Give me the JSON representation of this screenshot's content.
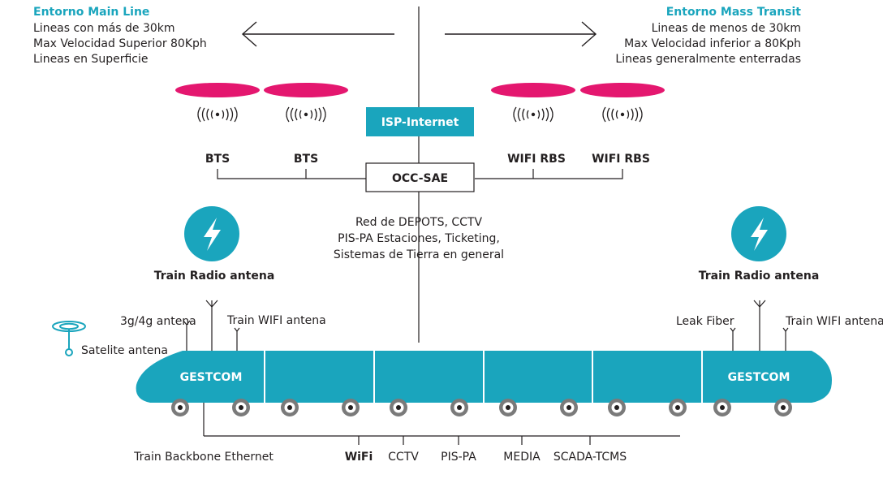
{
  "left_env": {
    "title": "Entorno Main Line",
    "lines": [
      "Lineas con más de 30km",
      "Max Velocidad Superior 80Kph",
      "Lineas en Superficie"
    ]
  },
  "right_env": {
    "title": "Entorno Mass Transit",
    "lines": [
      "Lineas de menos de 30km",
      "Max Velocidad inferior a 80Kph",
      "Lineas generalmente enterradas"
    ]
  },
  "isp_label": "ISP-Internet",
  "occ_label": "OCC-SAE",
  "bts_labels": [
    "BTS",
    "BTS"
  ],
  "wifi_rbs_labels": [
    "WIFI RBS",
    "WIFI RBS"
  ],
  "center_text": [
    "Red de DEPOTS, CCTV",
    "PIS-PA Estaciones, Ticketing,",
    "Sistemas de Tierra en general"
  ],
  "train_radio_labels": [
    "Train Radio antena",
    "Train Radio antena"
  ],
  "left_car": {
    "gestcom": "GESTCOM",
    "antenna_3g4g": "3g/4g antena",
    "train_wifi": "Train WIFI antena",
    "satellite": "Satelite antena"
  },
  "right_car": {
    "gestcom": "GESTCOM",
    "leak_fiber": "Leak Fiber",
    "train_wifi": "Train WIFI antena"
  },
  "bottom": {
    "backbone": "Train Backbone Ethernet",
    "wifi": "WiFi",
    "cctv": "CCTV",
    "pispa": "PIS-PA",
    "media": "MEDIA",
    "scada": "SCADA-TCMS"
  },
  "colors": {
    "teal": "#1aa5bd",
    "magenta": "#e4176f",
    "text": "#231f20"
  }
}
